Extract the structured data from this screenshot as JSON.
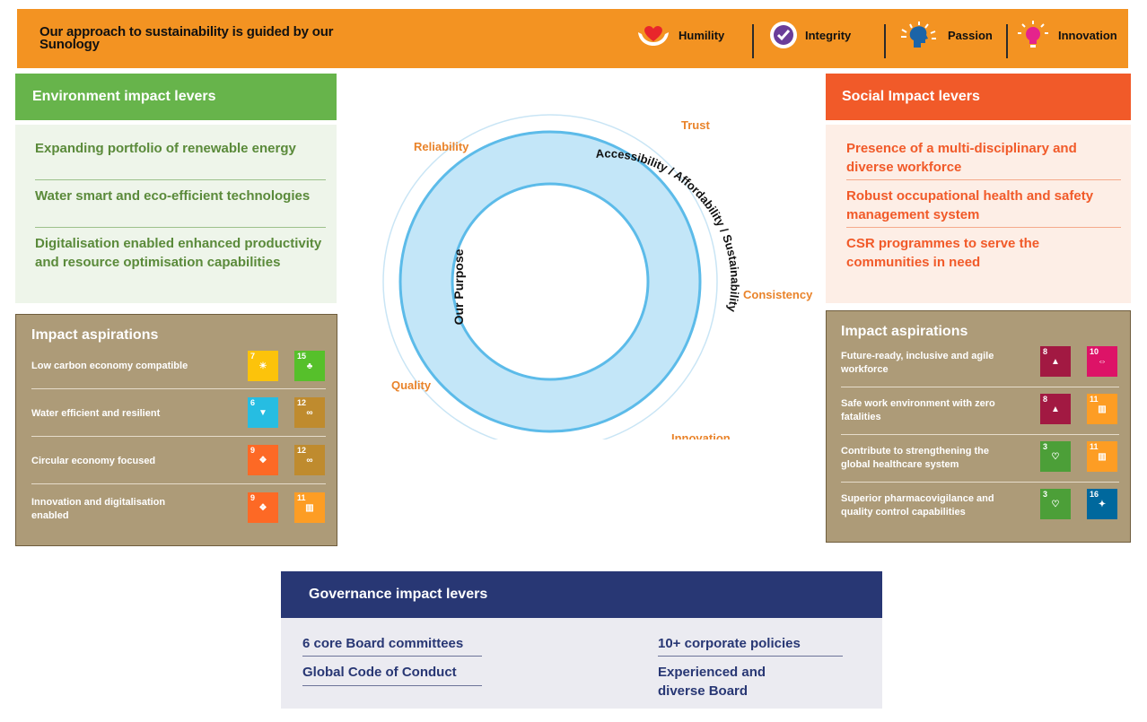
{
  "header": {
    "title": "Our approach to sustainability is guided by our Sunology",
    "values": [
      {
        "label": "Humility",
        "icon": "heart-hands-icon"
      },
      {
        "label": "Integrity",
        "icon": "checkmark-badge-icon"
      },
      {
        "label": "Passion",
        "icon": "head-arrows-icon"
      },
      {
        "label": "Innovation",
        "icon": "lightbulb-icon"
      }
    ]
  },
  "environment": {
    "title": "Environment impact levers",
    "levers": [
      "Expanding portfolio of renewable energy",
      "Water smart and eco-efficient technologies",
      "Digitalisation enabled enhanced productivity and resource optimisation capabilities"
    ],
    "aspirations": {
      "title": "Impact aspirations",
      "rows": [
        {
          "text": "Low carbon economy compatible",
          "sdgs": [
            {
              "num": "7",
              "color": "#fcc30b"
            },
            {
              "num": "15",
              "color": "#56c02b"
            }
          ]
        },
        {
          "text": "Water efficient and resilient",
          "sdgs": [
            {
              "num": "6",
              "color": "#26bde2"
            },
            {
              "num": "12",
              "color": "#bf8b2e"
            }
          ]
        },
        {
          "text": "Circular economy focused",
          "sdgs": [
            {
              "num": "9",
              "color": "#fd6925"
            },
            {
              "num": "12",
              "color": "#bf8b2e"
            }
          ]
        },
        {
          "text": "Innovation and digitalisation enabled",
          "sdgs": [
            {
              "num": "9",
              "color": "#fd6925"
            },
            {
              "num": "11",
              "color": "#fd9d24"
            }
          ]
        }
      ]
    }
  },
  "center": {
    "inner_left": "Our Purpose",
    "inner_right": "Accessibility / Affordability / Sustainability",
    "outer_labels": [
      "Trust",
      "Reliability",
      "Consistency",
      "Quality",
      "Innovation"
    ]
  },
  "social": {
    "title": "Social Impact levers",
    "levers": [
      "Presence of a multi-disciplinary and diverse workforce",
      "Robust occupational health and safety management system",
      "CSR programmes to serve the communities in need"
    ],
    "aspirations": {
      "title": "Impact aspirations",
      "rows": [
        {
          "text": "Future-ready, inclusive and agile workforce",
          "sdgs": [
            {
              "num": "8",
              "color": "#a21942"
            },
            {
              "num": "10",
              "color": "#dd1367"
            }
          ]
        },
        {
          "text": "Safe work environment with zero fatalities",
          "sdgs": [
            {
              "num": "8",
              "color": "#a21942"
            },
            {
              "num": "11",
              "color": "#fd9d24"
            }
          ]
        },
        {
          "text": "Contribute to strengthening the global healthcare system",
          "sdgs": [
            {
              "num": "3",
              "color": "#4c9f38"
            },
            {
              "num": "11",
              "color": "#fd9d24"
            }
          ]
        },
        {
          "text": "Superior pharmacovigilance and quality control capabilities",
          "sdgs": [
            {
              "num": "3",
              "color": "#4c9f38"
            },
            {
              "num": "16",
              "color": "#00689d"
            }
          ]
        }
      ]
    }
  },
  "governance": {
    "title": "Governance impact levers",
    "levers": [
      "6 core Board committees",
      "Global Code of Conduct",
      "10+ corporate policies",
      "Experienced and diverse Board"
    ]
  }
}
